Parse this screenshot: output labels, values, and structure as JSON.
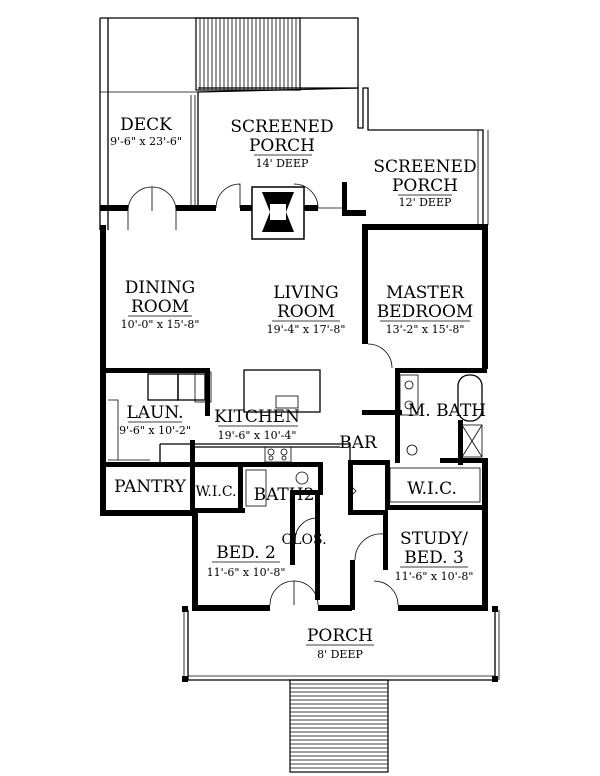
{
  "rooms": {
    "deck": {
      "name": "DECK",
      "dim": "9'-6\" x 23'-6\""
    },
    "screened_porch_1": {
      "name_line1": "SCREENED",
      "name_line2": "PORCH",
      "dim": "14' DEEP"
    },
    "screened_porch_2": {
      "name_line1": "SCREENED",
      "name_line2": "PORCH",
      "dim": "12' DEEP"
    },
    "dining": {
      "name_line1": "DINING",
      "name_line2": "ROOM",
      "dim": "10'-0\" x 15'-8\""
    },
    "living": {
      "name_line1": "LIVING",
      "name_line2": "ROOM",
      "dim": "19'-4\" x 17'-8\""
    },
    "master": {
      "name_line1": "MASTER",
      "name_line2": "BEDROOM",
      "dim": "13'-2\" x 15'-8\""
    },
    "laundry": {
      "name": "LAUN.",
      "dim": "9'-6\" x 10'-2\""
    },
    "kitchen": {
      "name": "KITCHEN",
      "dim": "19'-6\" x 10'-4\""
    },
    "m_bath": {
      "name": "M. BATH"
    },
    "bar": {
      "name": "BAR"
    },
    "pantry": {
      "name": "PANTRY"
    },
    "wic_small": {
      "name": "W.I.C."
    },
    "bath2": {
      "name": "BATH2"
    },
    "wic_master": {
      "name": "W.I.C."
    },
    "bed2": {
      "name": "BED. 2",
      "dim": "11'-6\" x 10'-8\""
    },
    "clos": {
      "name": "CLOS."
    },
    "study": {
      "name_line1": "STUDY/",
      "name_line2": "BED. 3",
      "dim": "11'-6\" x 10'-8\""
    },
    "porch": {
      "name": "PORCH",
      "dim": "8' DEEP"
    }
  }
}
